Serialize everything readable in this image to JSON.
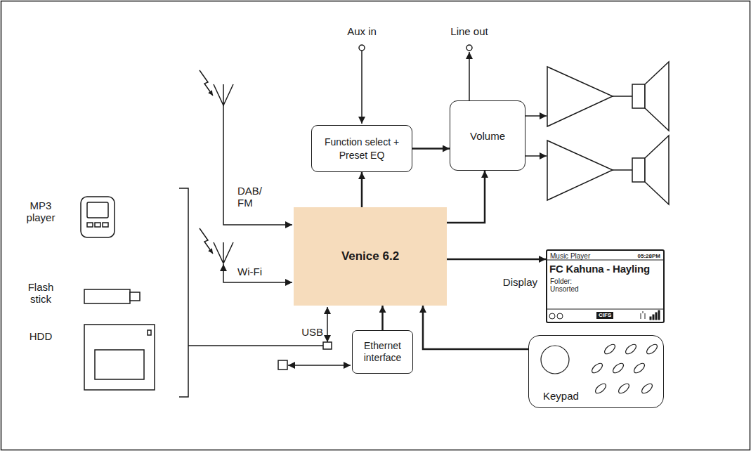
{
  "diagram": {
    "nodes": [
      {
        "text": [
          "Function select + Preset EQ"
        ]
      },
      {
        "text": [
          "Volume"
        ]
      },
      {
        "text": [
          "Venice 6.2"
        ]
      },
      {
        "text": [
          "Display",
          "Music Player",
          "05:28PM",
          "FC Kahuna - Hayling",
          "Folder: Unsorted",
          "CIFS"
        ]
      },
      {
        "text": [
          "Ethernet interface"
        ]
      },
      {
        "text": [
          "Keypad"
        ]
      }
    ],
    "edges": [
      {
        "from": 2,
        "to": 0,
        "arrow": "to"
      },
      {
        "from": 0,
        "to": 1,
        "arrow": "to"
      },
      {
        "from": 2,
        "to": 1,
        "arrow": "to"
      },
      {
        "from": 2,
        "to": 3,
        "arrow": "to"
      },
      {
        "from": 4,
        "to": 2,
        "arrow": "to"
      },
      {
        "from": 5,
        "to": 2,
        "arrow": "to"
      }
    ],
    "labels": [
      "Aux in",
      "Line out",
      "DAB/ FM",
      "Wi-Fi",
      "MP3 player",
      "Flash stick",
      "HDD",
      "USB"
    ]
  }
}
